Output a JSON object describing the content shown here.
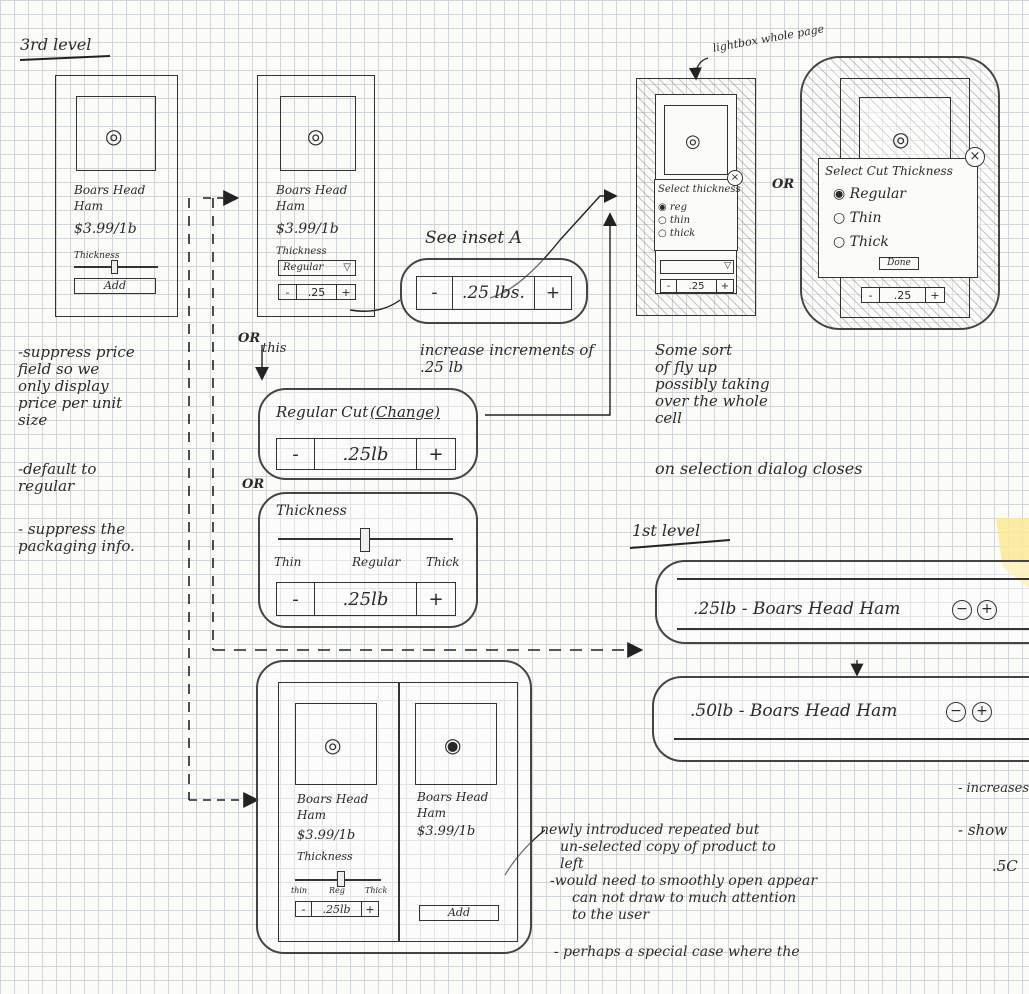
{
  "labels": {
    "level3": "3rd level",
    "level1": "1st level",
    "see_inset": "See inset A",
    "lightbox": "lightbox whole page",
    "or": "OR",
    "or_this": "this"
  },
  "product": {
    "name_line1": "Boars Head",
    "name_line2": "Ham",
    "price": "$3.99/1b",
    "thickness_label": "Thickness",
    "add_label": "Add",
    "dropdown_value": "Regular",
    "qty_short": ".25",
    "qty_lb": ".25lb",
    "qty_lbs": ".25 lbs.",
    "minus": "-",
    "plus": "+",
    "slider_thin": "thin",
    "slider_reg": "Reg",
    "slider_thick": "Thick"
  },
  "flyup_small": {
    "title": "Select thickness",
    "options": [
      "reg",
      "thin",
      "thick"
    ]
  },
  "flyup_large": {
    "title": "Select Cut Thickness",
    "options": [
      "Regular",
      "Thin",
      "Thick"
    ],
    "done": "Done"
  },
  "variant_regular_cut": {
    "label": "Regular Cut",
    "change_link": "(Change)",
    "qty": ".25lb"
  },
  "variant_slider": {
    "label": "Thickness",
    "thin": "Thin",
    "regular": "Regular",
    "thick": "Thick",
    "qty": ".25lb"
  },
  "level1_rows": [
    {
      "text": ".25lb - Boars Head Ham"
    },
    {
      "text": ".50lb - Boars Head Ham"
    }
  ],
  "notes": {
    "left": [
      "-suppress price",
      "field so we",
      "only display",
      "price per unit",
      "size",
      "",
      "-default to",
      "regular",
      "",
      "- suppress the",
      "packaging info."
    ],
    "increments": [
      "increase increments of",
      ".25 lb"
    ],
    "flyup": [
      "Some sort",
      "of fly up",
      "possibly taking",
      "over the whole",
      "cell"
    ],
    "on_selection": "on selection dialog closes",
    "bottom": [
      "newly introduced repeated but",
      "un-selected copy of product to",
      "left",
      "-would need to smoothly open appear",
      "can not draw to much attention",
      "to the user",
      "",
      "- perhaps a special case where the"
    ],
    "right_edge": [
      "- increases",
      "- show",
      ".5C"
    ]
  }
}
